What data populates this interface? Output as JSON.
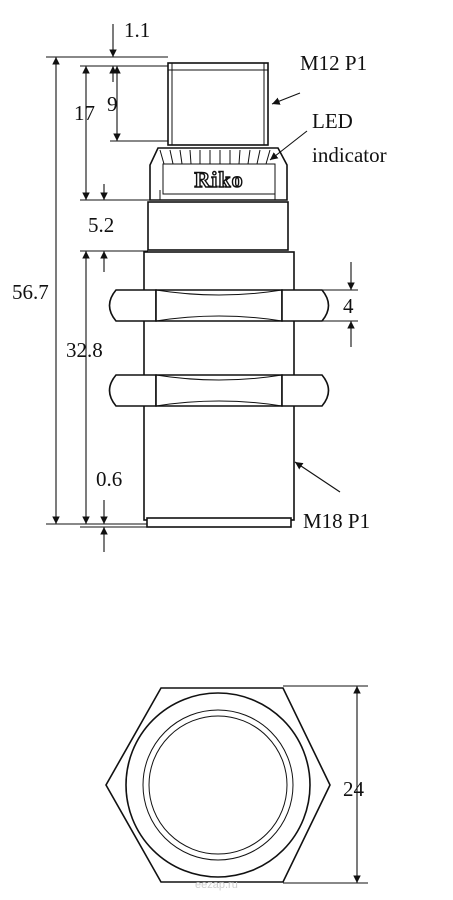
{
  "labels": {
    "connector_thread": "M12 P1",
    "led_line1": "LED",
    "led_line2": "indicator",
    "body_thread": "M18 P1",
    "logo": "Riko",
    "watermark": "eezap.ru"
  },
  "dimensions": {
    "overall_length": "56.7",
    "connector_length": "17",
    "connector_thread_length": "9",
    "connector_top_step": "1.1",
    "collar_length": "5.2",
    "thread_length": "32.8",
    "nut_thickness": "4",
    "face_step": "0.6",
    "hex_across_flats": "24"
  },
  "colors": {
    "line": "#111111",
    "background": "#ffffff",
    "watermark": "#cfcfcf"
  }
}
